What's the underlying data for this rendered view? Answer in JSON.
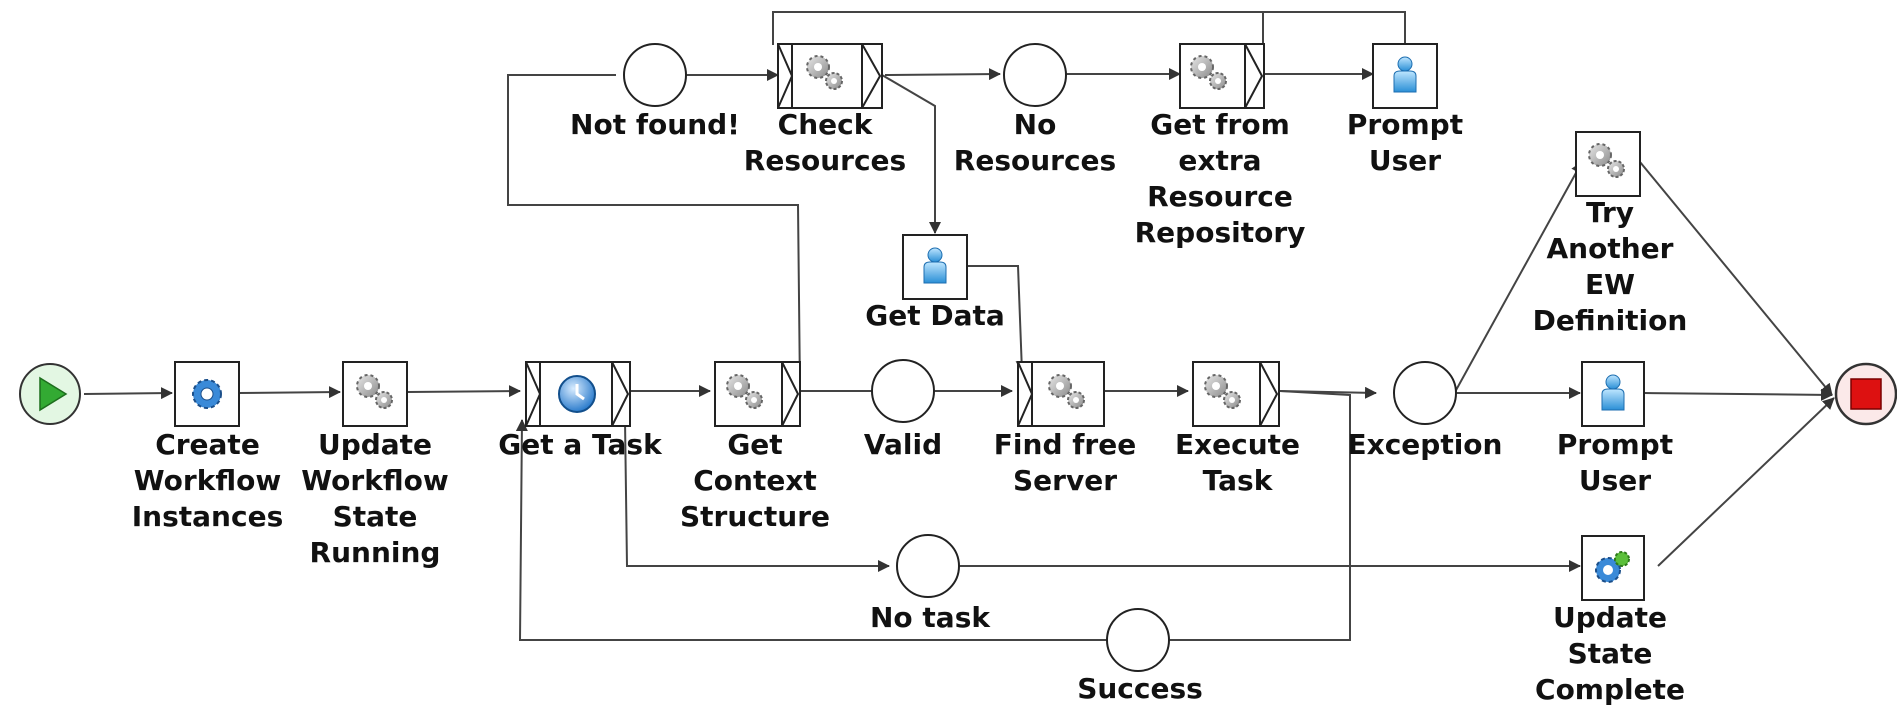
{
  "nodes": {
    "start": {
      "label": ""
    },
    "create": {
      "label": "Create\nWorkflow\nInstances",
      "icon": "gears-blue-icon"
    },
    "update_running": {
      "label": "Update\nWorkflow\nState\nRunning",
      "icon": "gears-icon"
    },
    "get_task": {
      "label": "Get a Task",
      "icon": "clock-icon"
    },
    "get_context": {
      "label": "Get\nContext\nStructure",
      "icon": "gears-icon"
    },
    "not_found": {
      "label": "Not found!"
    },
    "check_resources": {
      "label": "Check\nResources",
      "icon": "gears-icon"
    },
    "no_resources": {
      "label": "No\nResources"
    },
    "get_extra": {
      "label": "Get from\nextra\nResource\nRepository",
      "icon": "gears-icon"
    },
    "prompt_top": {
      "label": "Prompt\nUser",
      "icon": "user-icon"
    },
    "get_data": {
      "label": "Get Data",
      "icon": "user-icon"
    },
    "valid": {
      "label": "Valid"
    },
    "find_server": {
      "label": "Find free\nServer",
      "icon": "gears-icon"
    },
    "execute": {
      "label": "Execute\nTask",
      "icon": "gears-icon"
    },
    "exception": {
      "label": "Exception"
    },
    "try_another": {
      "label": "Try\nAnother\nEW\nDefinition",
      "icon": "gears-icon"
    },
    "prompt_mid": {
      "label": "Prompt\nUser",
      "icon": "user-icon"
    },
    "update_complete": {
      "label": "Update\nState\nComplete",
      "icon": "gears-green-icon"
    },
    "no_task": {
      "label": "No task"
    },
    "success": {
      "label": "Success"
    },
    "end": {
      "label": ""
    }
  },
  "colors": {
    "start_fill": "#e3f7e3",
    "start_arrow": "#33aa33",
    "end_fill": "#fbe9e9",
    "end_square": "#dd1111",
    "line": "#444444"
  }
}
